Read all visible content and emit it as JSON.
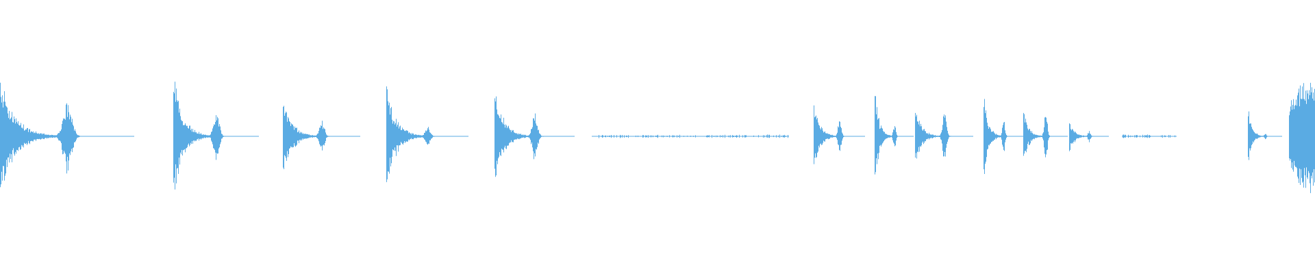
{
  "waveform": {
    "color": "#5aabe3",
    "segments": [
      {
        "start": 0.0,
        "end": 0.102,
        "peak": 0.95,
        "shape": "hit",
        "secondary": 0.6
      },
      {
        "start": 0.132,
        "end": 0.197,
        "peak": 1.0,
        "shape": "hit",
        "secondary": 0.42
      },
      {
        "start": 0.215,
        "end": 0.274,
        "peak": 0.7,
        "shape": "hit",
        "secondary": 0.25
      },
      {
        "start": 0.294,
        "end": 0.356,
        "peak": 0.9,
        "shape": "hit",
        "secondary": 0.15
      },
      {
        "start": 0.376,
        "end": 0.437,
        "peak": 0.8,
        "shape": "hit",
        "secondary": 0.4
      },
      {
        "start": 0.45,
        "end": 0.6,
        "peak": 0.02,
        "shape": "noise"
      },
      {
        "start": 0.619,
        "end": 0.658,
        "peak": 0.65,
        "shape": "hit",
        "secondary": 0.28
      },
      {
        "start": 0.665,
        "end": 0.695,
        "peak": 0.8,
        "shape": "hit",
        "secondary": 0.2
      },
      {
        "start": 0.696,
        "end": 0.74,
        "peak": 0.48,
        "shape": "hit",
        "secondary": 0.45
      },
      {
        "start": 0.748,
        "end": 0.778,
        "peak": 0.75,
        "shape": "hit",
        "secondary": 0.3
      },
      {
        "start": 0.778,
        "end": 0.812,
        "peak": 0.48,
        "shape": "hit",
        "secondary": 0.5
      },
      {
        "start": 0.813,
        "end": 0.843,
        "peak": 0.32,
        "shape": "hit",
        "secondary": 0.1
      },
      {
        "start": 0.853,
        "end": 0.895,
        "peak": 0.02,
        "shape": "noise"
      },
      {
        "start": 0.949,
        "end": 0.975,
        "peak": 0.48,
        "shape": "hit",
        "secondary": 0.05
      },
      {
        "start": 0.98,
        "end": 1.0,
        "peak": 0.92,
        "shape": "swell",
        "secondary": 0.85
      }
    ]
  }
}
